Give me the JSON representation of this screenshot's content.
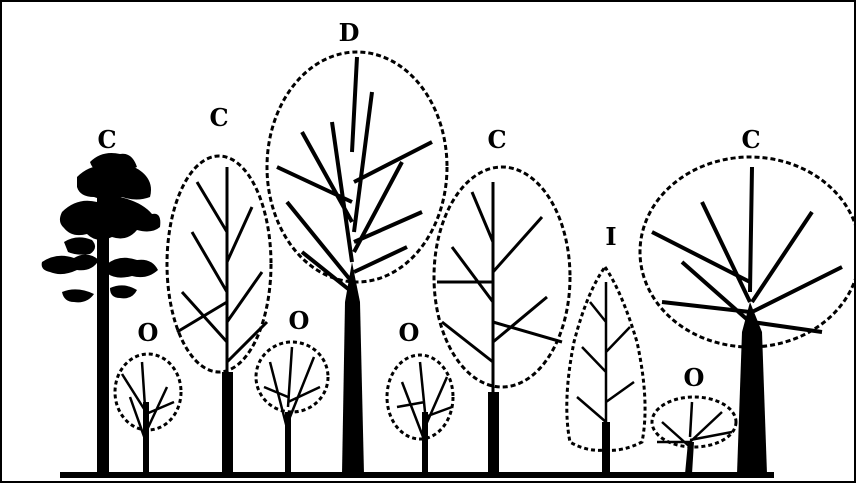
{
  "diagram": {
    "colors": {
      "ink": "#000000",
      "background": "#ffffff"
    },
    "trees": [
      {
        "id": "pine-left",
        "label": "C",
        "form": "conifer-silhouette"
      },
      {
        "id": "small-1",
        "label": "O",
        "form": "sapling"
      },
      {
        "id": "tall-oval",
        "label": "C",
        "form": "oval-crown"
      },
      {
        "id": "small-2",
        "label": "O",
        "form": "sapling"
      },
      {
        "id": "tallest",
        "label": "D",
        "form": "broad-crown"
      },
      {
        "id": "small-3",
        "label": "O",
        "form": "sapling"
      },
      {
        "id": "mid-oval",
        "label": "C",
        "form": "oval-crown"
      },
      {
        "id": "narrow",
        "label": "I",
        "form": "narrow-crown"
      },
      {
        "id": "small-4",
        "label": "O",
        "form": "shrub"
      },
      {
        "id": "spreading",
        "label": "C",
        "form": "spreading-crown"
      }
    ]
  }
}
